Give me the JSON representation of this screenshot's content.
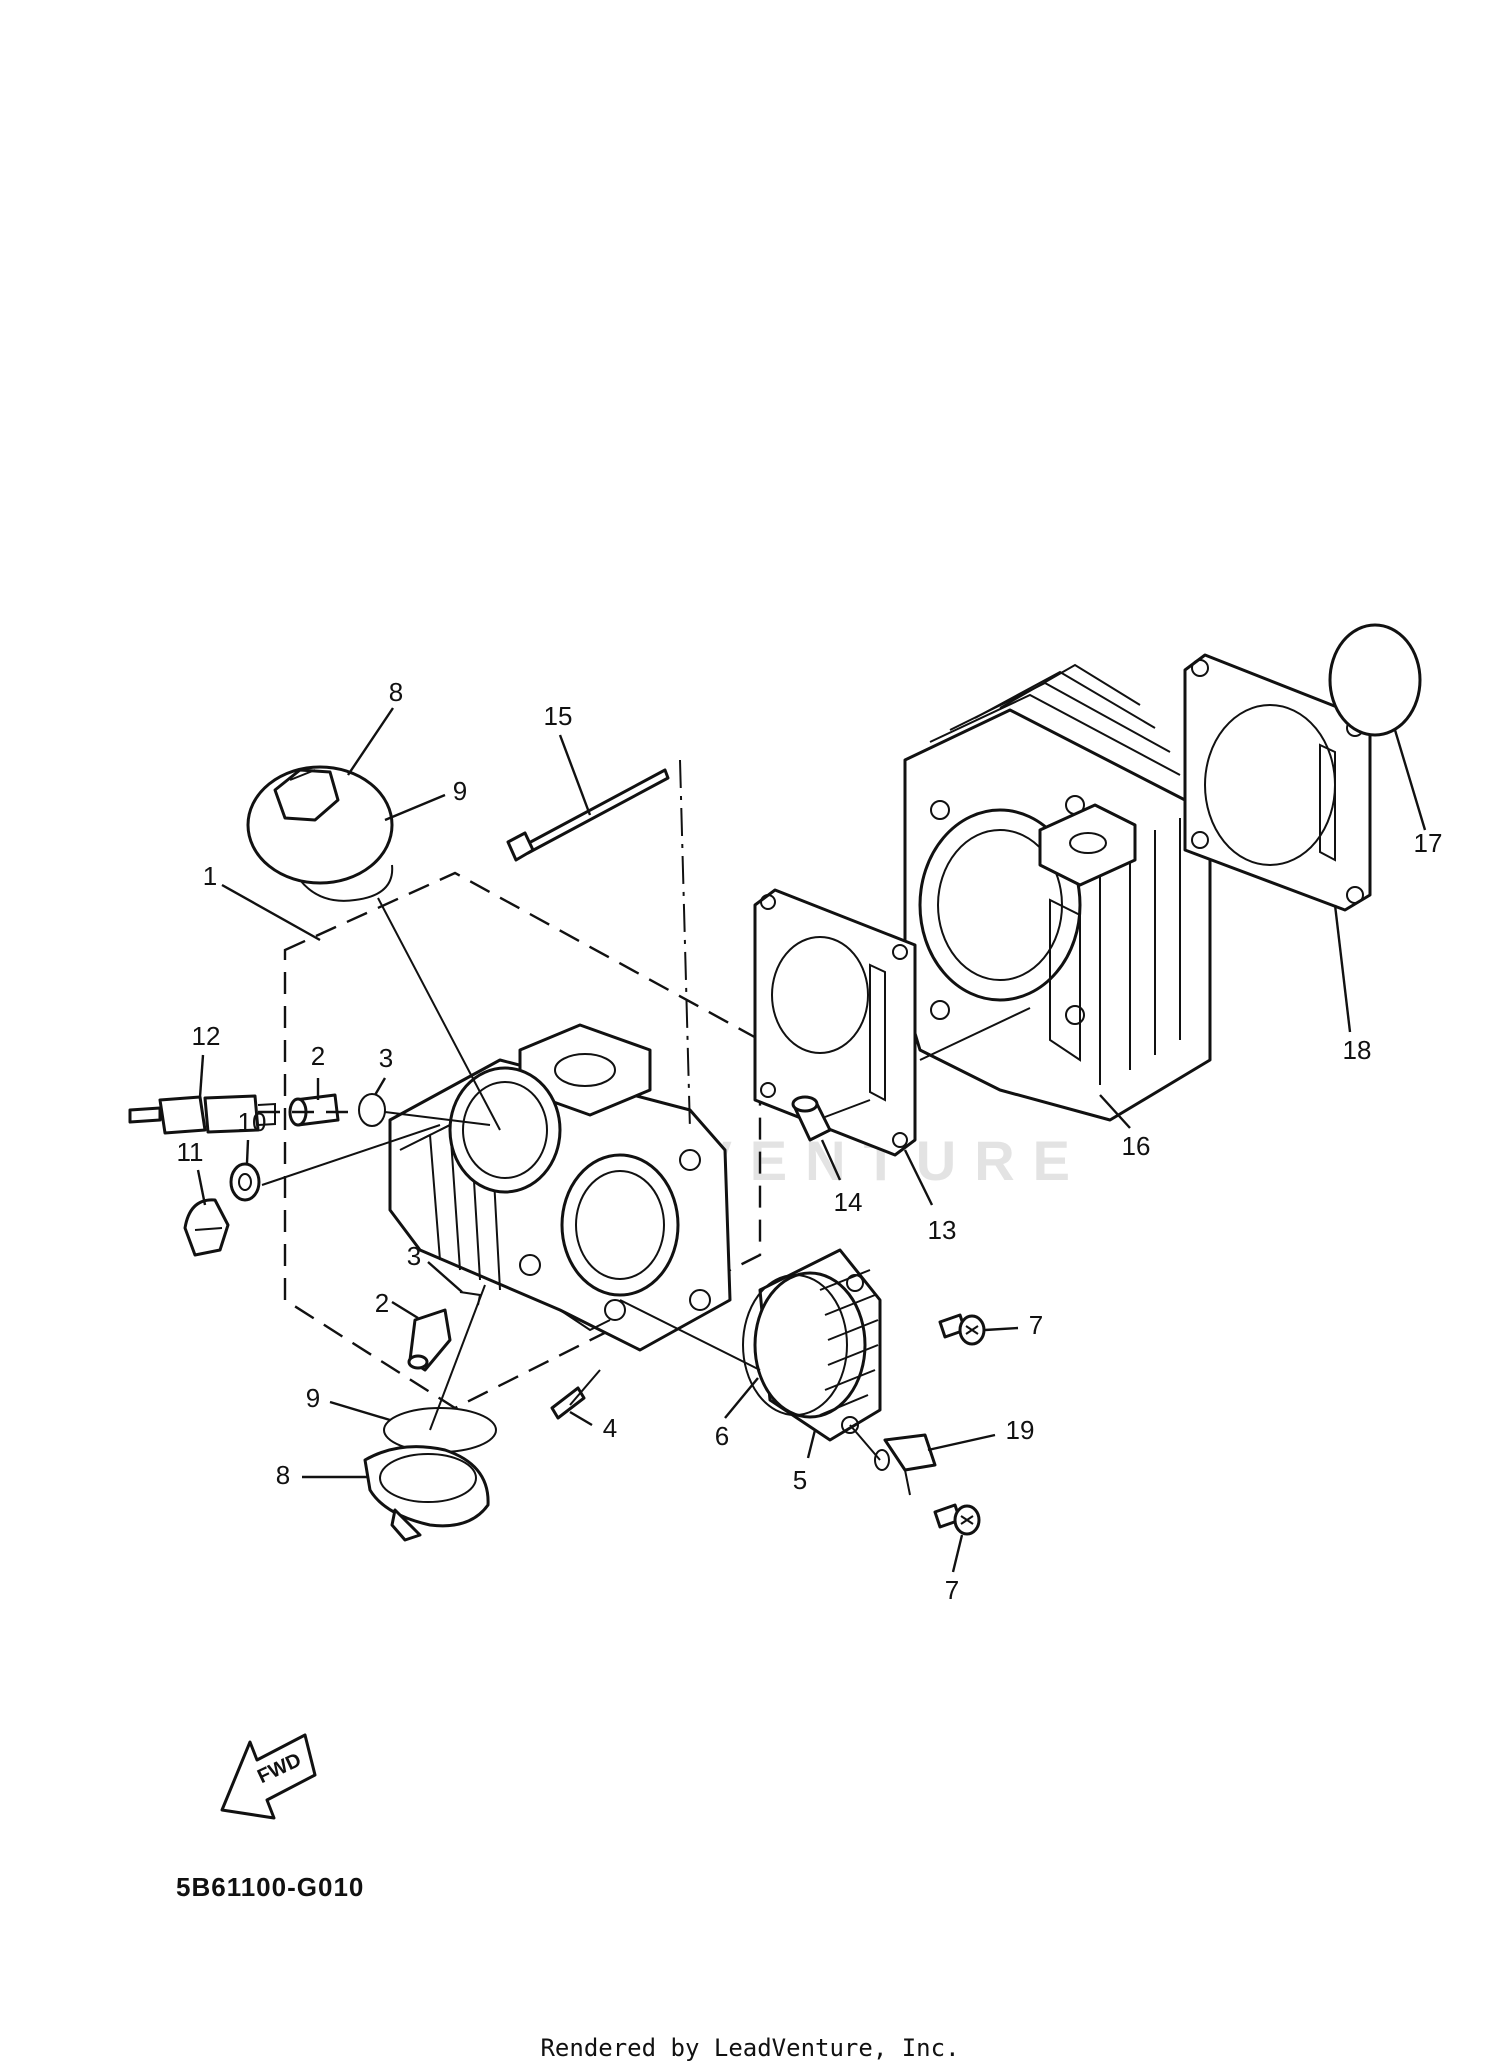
{
  "diagram": {
    "code": "5B61100-G010",
    "credit": "Rendered by LeadVenture, Inc.",
    "watermark": "LEADVENTURE",
    "fwd_badge": "FWD",
    "callouts": [
      {
        "id": "c1",
        "label": "1"
      },
      {
        "id": "c2a",
        "label": "2"
      },
      {
        "id": "c2b",
        "label": "2"
      },
      {
        "id": "c3a",
        "label": "3"
      },
      {
        "id": "c3b",
        "label": "3"
      },
      {
        "id": "c4",
        "label": "4"
      },
      {
        "id": "c5",
        "label": "5"
      },
      {
        "id": "c6",
        "label": "6"
      },
      {
        "id": "c7a",
        "label": "7"
      },
      {
        "id": "c7b",
        "label": "7"
      },
      {
        "id": "c8a",
        "label": "8"
      },
      {
        "id": "c8b",
        "label": "8"
      },
      {
        "id": "c9a",
        "label": "9"
      },
      {
        "id": "c9b",
        "label": "9"
      },
      {
        "id": "c10",
        "label": "10"
      },
      {
        "id": "c11",
        "label": "11"
      },
      {
        "id": "c12",
        "label": "12"
      },
      {
        "id": "c13",
        "label": "13"
      },
      {
        "id": "c14",
        "label": "14"
      },
      {
        "id": "c15",
        "label": "15"
      },
      {
        "id": "c16",
        "label": "16"
      },
      {
        "id": "c17",
        "label": "17"
      },
      {
        "id": "c18",
        "label": "18"
      },
      {
        "id": "c19",
        "label": "19"
      }
    ]
  }
}
